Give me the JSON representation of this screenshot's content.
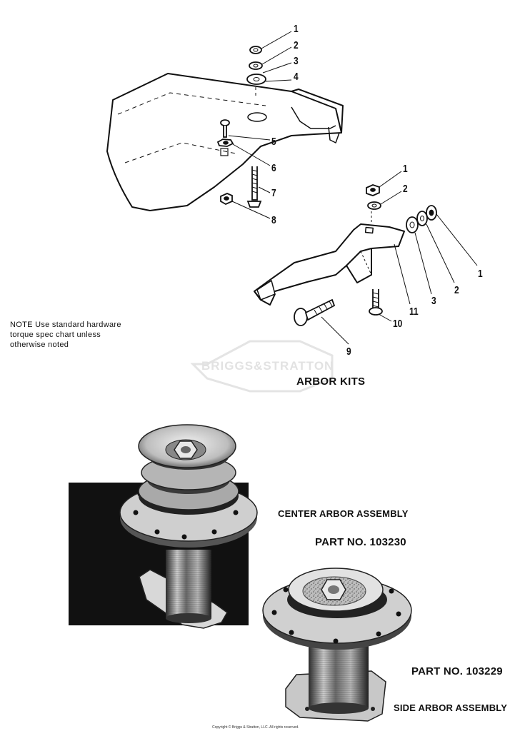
{
  "diagram": {
    "title": "ARBOR KITS",
    "note": [
      "NOTE  Use standard hardware",
      "torque spec  chart unless",
      "otherwise noted"
    ],
    "watermark": "BRIGGS&STRATTON",
    "callouts_top": [
      "1",
      "2",
      "3",
      "4",
      "5",
      "6",
      "7",
      "8"
    ],
    "callouts_bracket": [
      "1",
      "2",
      "1",
      "2",
      "3",
      "11",
      "10",
      "9"
    ]
  },
  "photos": {
    "center": {
      "caption": "CENTER ARBOR ASSEMBLY",
      "part_no": "PART NO. 103230"
    },
    "side": {
      "caption": "SIDE ARBOR ASSEMBLY",
      "part_no": "PART NO. 103229"
    }
  },
  "footer": {
    "copyright": "Copyright © Briggs & Stratton, LLC. All rights reserved."
  }
}
